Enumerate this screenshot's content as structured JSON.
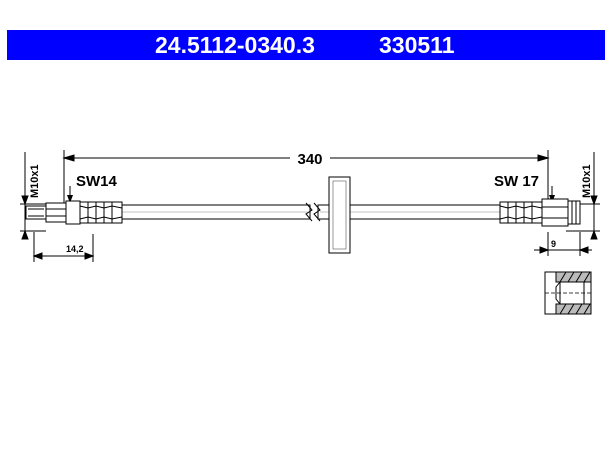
{
  "header": {
    "part_number": "24.5112-0340.3",
    "ref_number": "330511",
    "background": "#0000ff",
    "text_color": "#ffffff"
  },
  "drawing": {
    "length_label": "340",
    "left_thread_label": "M10x1",
    "right_thread_label": "M10x1",
    "left_wrench_label": "SW14",
    "right_wrench_label": "SW 17",
    "left_fitting_length": "14,2",
    "right_fitting_length": "9"
  }
}
